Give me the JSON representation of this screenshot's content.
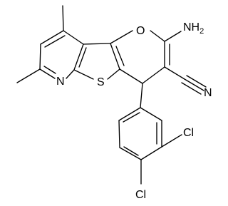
{
  "structure": {
    "atoms": {
      "amine": "NH",
      "amine_subscript": "2",
      "ring_oxygen": "O",
      "nitrile_nitrogen": "N",
      "pyridine_nitrogen": "N",
      "thiophene_sulfur": "S",
      "chlorine_meta": "Cl",
      "chlorine_para": "Cl"
    }
  }
}
